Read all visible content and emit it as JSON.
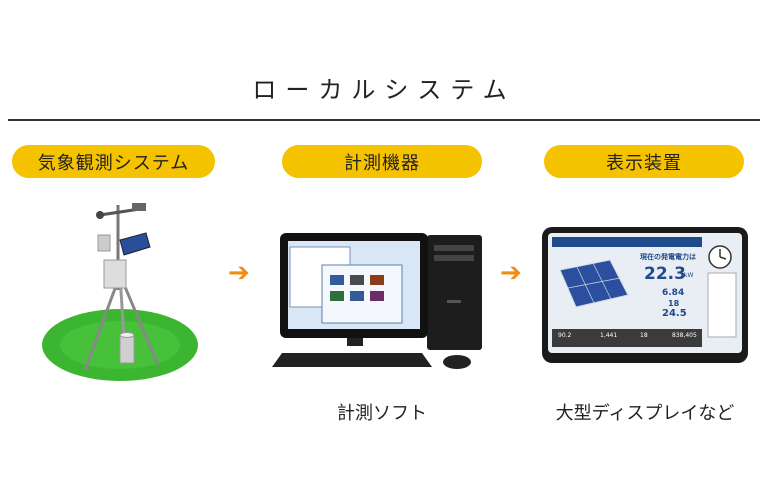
{
  "title": "ローカルシステム",
  "sections": [
    {
      "label": "気象観測システム",
      "caption": "",
      "icon": "weather-station-icon"
    },
    {
      "label": "計測機器",
      "caption": "計測ソフト",
      "icon": "desktop-computer-icon"
    },
    {
      "label": "表示装置",
      "caption": "大型ディスプレイなど",
      "icon": "large-display-icon"
    }
  ],
  "display_screen": {
    "header": "現在の発電電力は",
    "value": "22.3",
    "unit": "kW",
    "row1_value": "6.84",
    "row2_value": "18",
    "row3_value": "24.5",
    "footer_values": [
      "90.2",
      "1,441",
      "18",
      "838,405"
    ]
  },
  "colors": {
    "pill": "#f5c200",
    "arrow": "#f08c10",
    "ground": "#3cb531"
  }
}
